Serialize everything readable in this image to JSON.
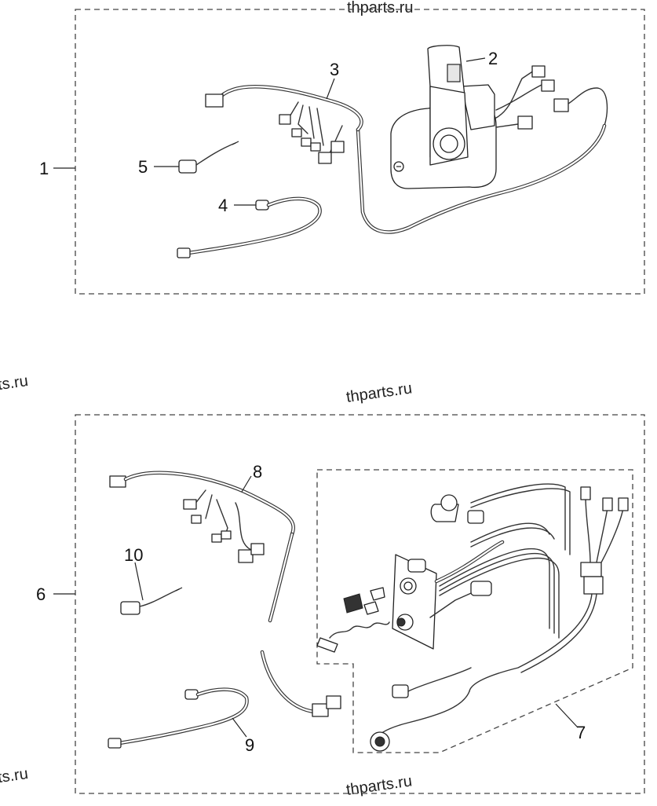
{
  "watermarks": [
    "thparts.ru",
    "ts.ru",
    "thparts.ru",
    "ts.ru",
    "thparts.ru"
  ],
  "callouts": {
    "c1": "1",
    "c2": "2",
    "c3": "3",
    "c4": "4",
    "c5": "5",
    "c6": "6",
    "c7": "7",
    "c8": "8",
    "c9": "9",
    "c10": "10"
  }
}
